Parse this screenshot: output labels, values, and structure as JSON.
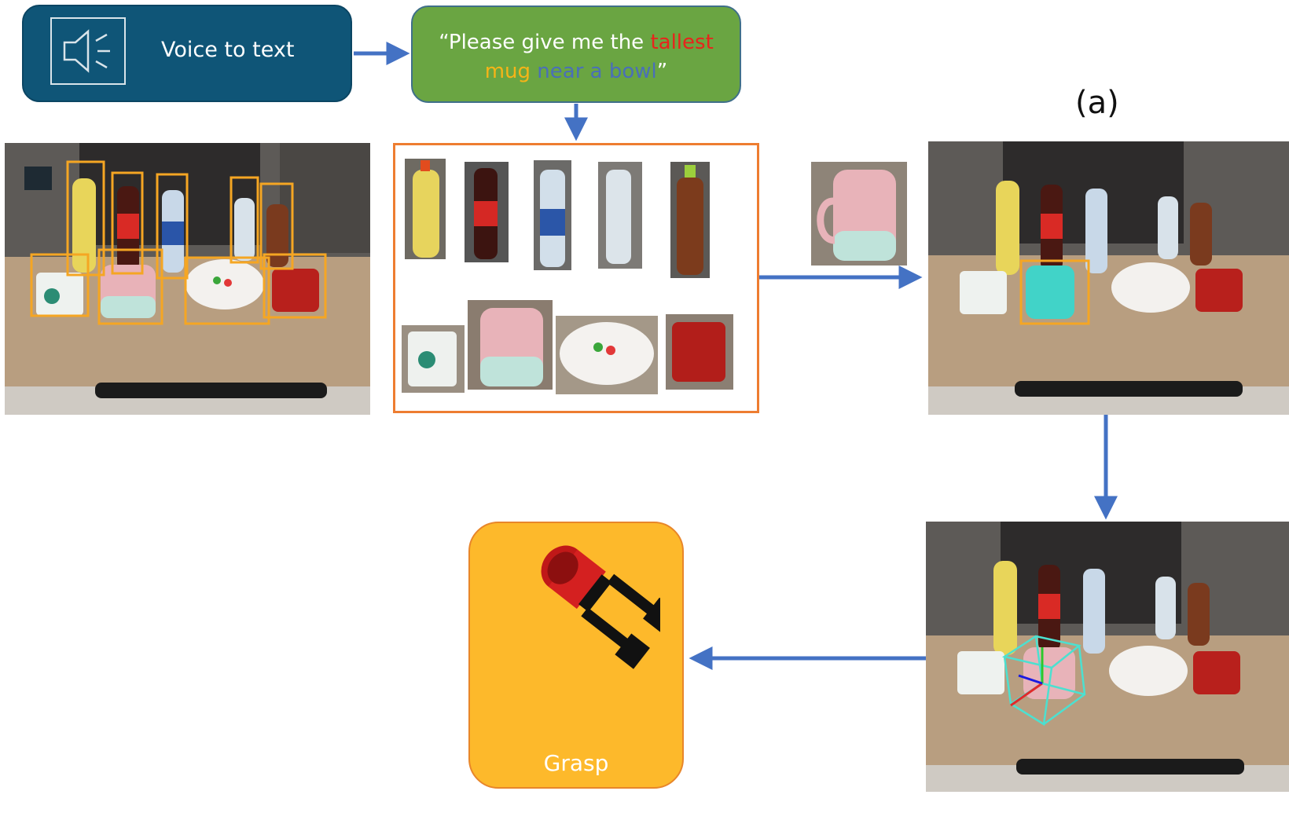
{
  "voice": {
    "label": "Voice to text",
    "icon": "speaker-icon"
  },
  "command": {
    "open_quote": "“",
    "part1": "Please give me the ",
    "word_tallest": "tallest",
    "word_mug": "mug",
    "word_near": " near a bowl",
    "close_quote": "”"
  },
  "panel_label": "(a)",
  "grasp": {
    "label": "Grasp"
  },
  "colors": {
    "voice_bg": "#0f5577",
    "command_bg": "#6aa542",
    "highlight_red": "#e8241c",
    "highlight_yellow": "#f5b418",
    "highlight_blue": "#4a6fb8",
    "bbox": "#f5a623",
    "crop_frame": "#ee7d31",
    "grasp_bg": "#fdb92b",
    "arrow": "#4472c4",
    "selected_mug": "#41d3c8",
    "pose_box": "#4ce0d0"
  }
}
